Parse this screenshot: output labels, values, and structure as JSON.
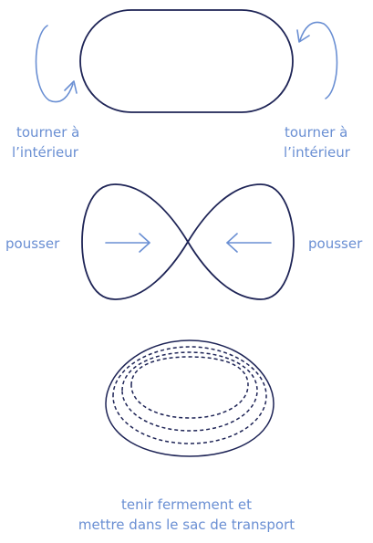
{
  "steps": {
    "step1": {
      "left_label_line1": "tourner à",
      "left_label_line2": "l’intérieur",
      "right_label_line1": "tourner à",
      "right_label_line2": "l’intérieur"
    },
    "step2": {
      "left_label": "pousser",
      "right_label": "pousser"
    },
    "step3": {
      "caption_line1": "tenir fermement et",
      "caption_line2": "mettre dans le sac de transport"
    }
  },
  "colors": {
    "outline": "#1e2456",
    "accent": "#6a8fd3"
  }
}
